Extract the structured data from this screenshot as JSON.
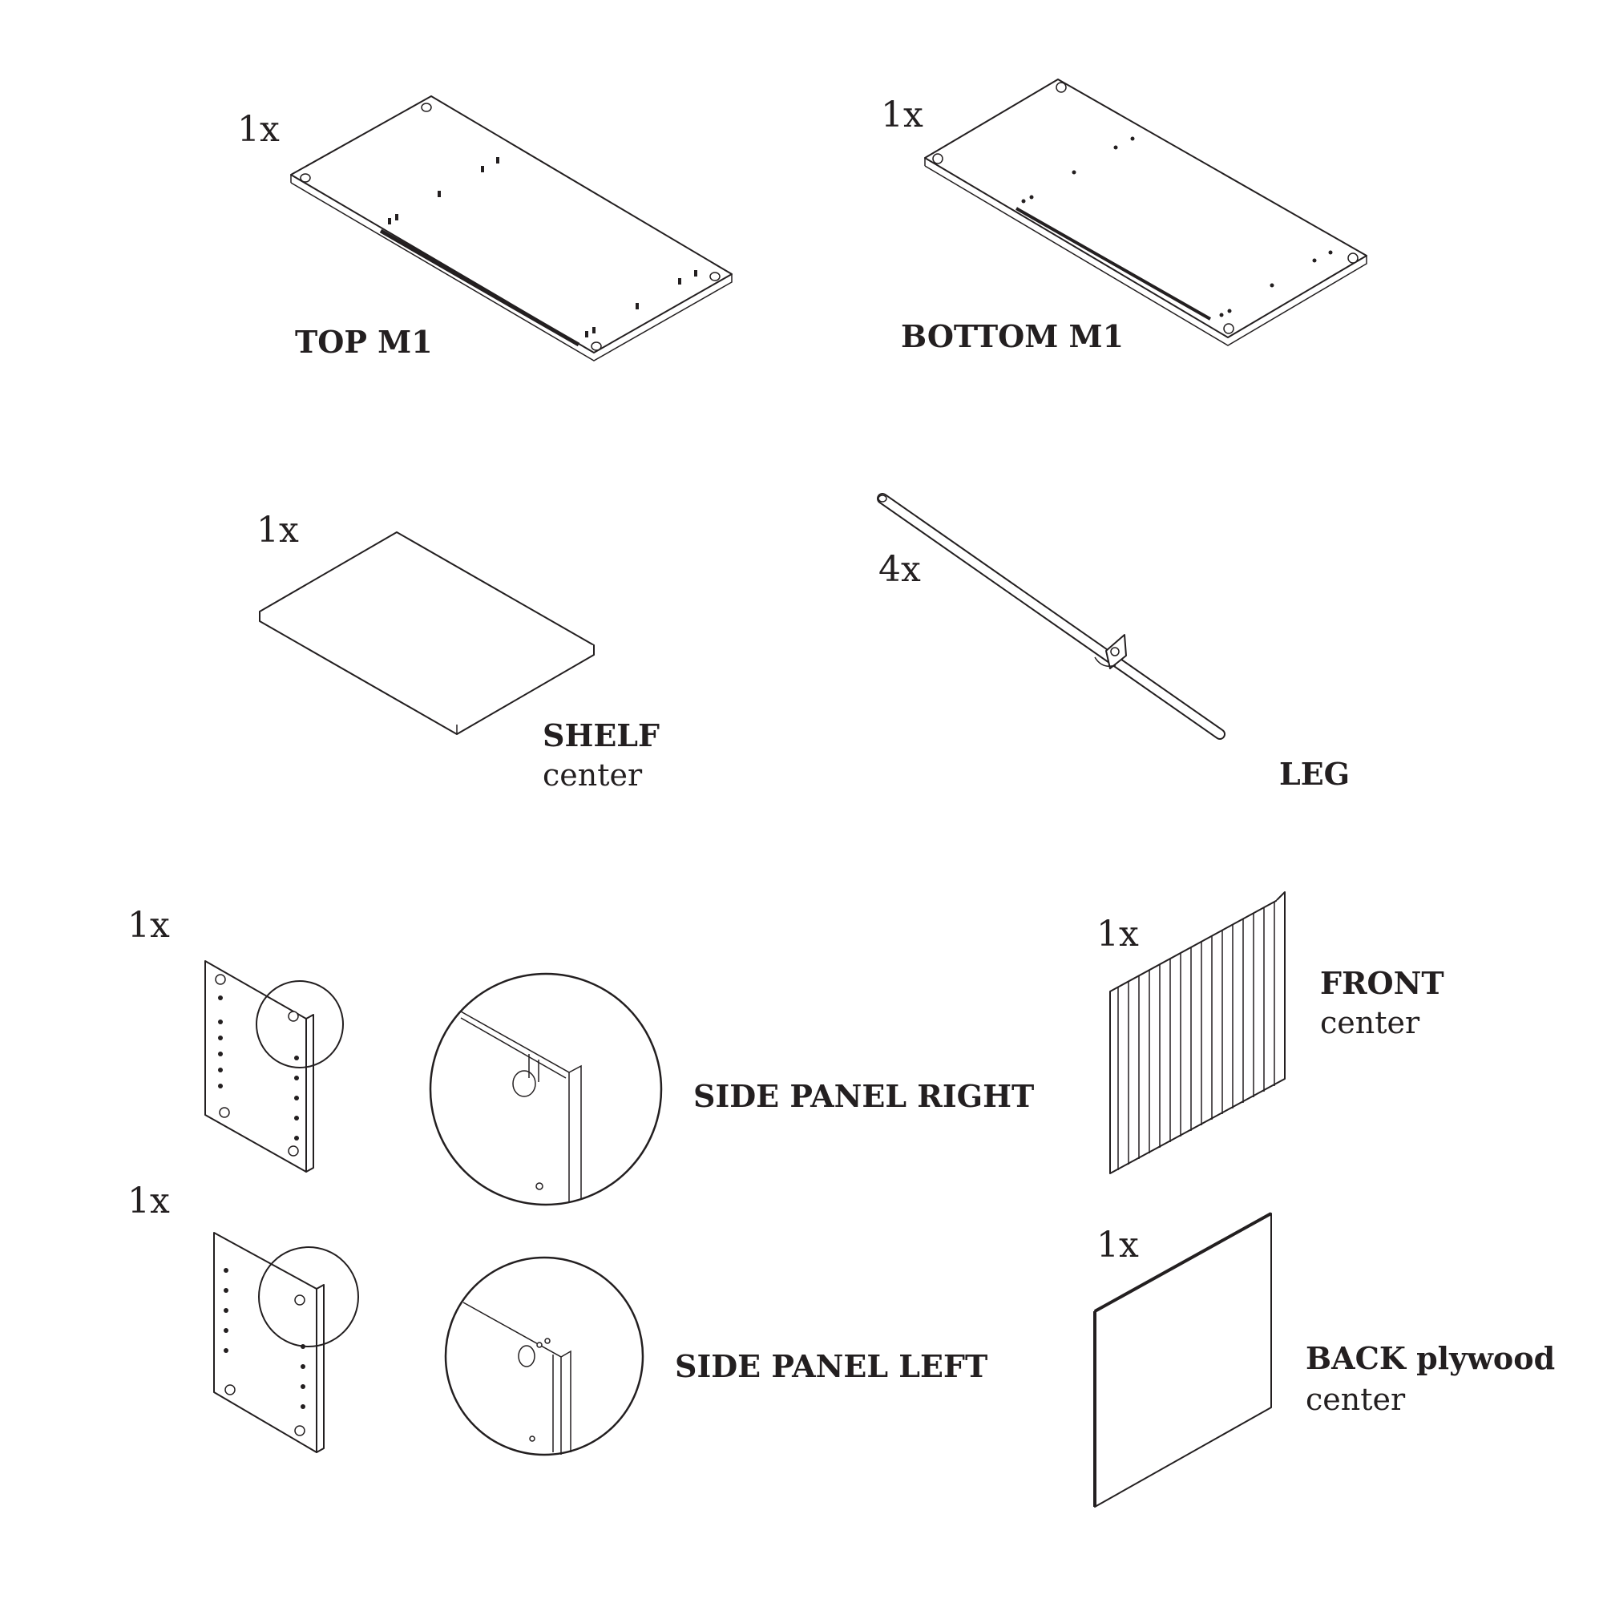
{
  "parts": [
    {
      "id": "top",
      "quantity": "1x",
      "label": "TOP M1"
    },
    {
      "id": "bottom",
      "quantity": "1x",
      "label": "BOTTOM M1"
    },
    {
      "id": "shelf",
      "quantity": "1x",
      "label": "SHELF",
      "sublabel": "center"
    },
    {
      "id": "leg",
      "quantity": "4x",
      "label": "LEG"
    },
    {
      "id": "side-right",
      "quantity": "1x",
      "label": "SIDE PANEL RIGHT"
    },
    {
      "id": "side-left",
      "quantity": "1x",
      "label": "SIDE PANEL LEFT"
    },
    {
      "id": "front",
      "quantity": "1x",
      "label": "FRONT",
      "sublabel": "center"
    },
    {
      "id": "back",
      "quantity": "1x",
      "label": "BACK plywood",
      "sublabel": "center"
    }
  ],
  "colors": {
    "ink": "#231f20",
    "background": "#ffffff"
  }
}
